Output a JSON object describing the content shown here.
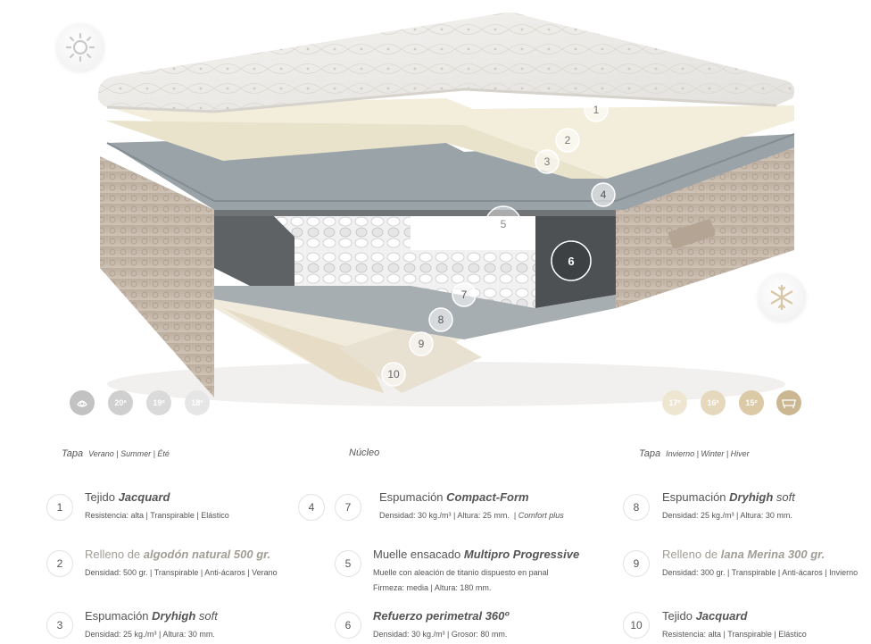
{
  "layer_markers": [
    "1",
    "2",
    "3",
    "4",
    "5",
    "6",
    "7",
    "8",
    "9",
    "10"
  ],
  "season_icons": {
    "summer": "sun-icon",
    "winter": "snowflake-icon"
  },
  "temps_summer": [
    "20º",
    "19º",
    "18º"
  ],
  "temps_winter": [
    "17º",
    "16º",
    "15º"
  ],
  "colors": {
    "summer_temp": "#c9c9c9",
    "winter_temp": "#e0d2b6",
    "winter_icon": "#cbb893",
    "side": "#c5b6a6",
    "foam": "#9aa3a8"
  },
  "headers": {
    "tapa_left": "Tapa",
    "tapa_left_sub": "Verano | Summer | Été",
    "nucleo": "Núcleo",
    "tapa_right": "Tapa",
    "tapa_right_sub": "Invierno | Winter | Hiver"
  },
  "items": [
    {
      "n": "1",
      "pre": "Tejido ",
      "bold": "Jacquard",
      "post": "",
      "desc": "Resistencia: alta | Transpirable | Elástico"
    },
    {
      "n": "2",
      "pre": "Relleno de ",
      "bold": "algodón natural 500 gr.",
      "post": "",
      "desc": "Densidad: 500 gr. | Transpirable | Anti-ácaros | Verano"
    },
    {
      "n": "3",
      "pre": "Espumación ",
      "bold": "Dryhigh",
      "post": " soft",
      "desc": "Densidad: 25 kg./m³ | Altura: 30 mm."
    },
    {
      "n": "4"
    },
    {
      "n": "7",
      "pre": "Espumación ",
      "bold": "Compact-Form",
      "post": "",
      "desc": "Densidad: 30 kg./m³ | Altura: 25 mm.",
      "desc_extra": "Comfort plus"
    },
    {
      "n": "5",
      "pre": "Muelle ensacado ",
      "bold": "Multipro Progressive",
      "post": "",
      "desc": "Muelle con aleación de titanio dispuesto en panal",
      "desc2": "Firmeza: media | Altura: 180 mm."
    },
    {
      "n": "6",
      "pre": "",
      "bold": "Refuerzo perimetral 360º",
      "post": "",
      "desc": "Densidad: 30 kg./m³ | Grosor: 80 mm."
    },
    {
      "n": "8",
      "pre": "Espumación ",
      "bold": "Dryhigh",
      "post": " soft",
      "desc": "Densidad: 25 kg./m³ | Altura: 30 mm."
    },
    {
      "n": "9",
      "pre": "Relleno de ",
      "bold": "lana Merina 300 gr.",
      "post": "",
      "desc": "Densidad: 300 gr. | Transpirable | Anti-ácaros | Invierno"
    },
    {
      "n": "10",
      "pre": "Tejido ",
      "bold": "Jacquard",
      "post": "",
      "desc": "Resistencia: alta | Transpirable | Elástico"
    }
  ]
}
